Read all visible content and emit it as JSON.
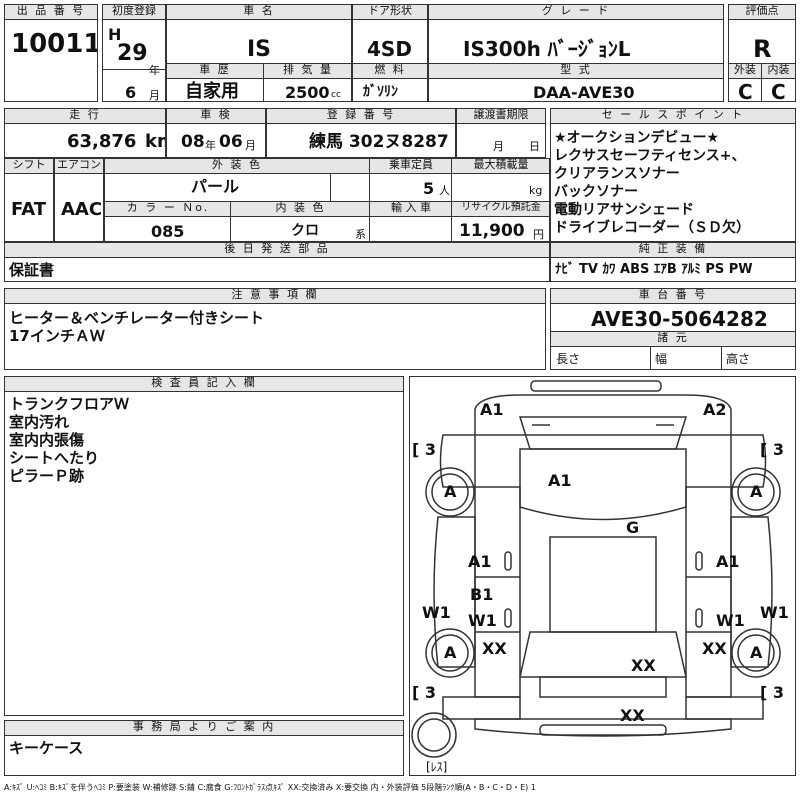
{
  "header": {
    "lot_no_label": "出 品 番 号",
    "lot_no": "10011",
    "first_reg_label": "初度登録",
    "era": "H",
    "year": "29",
    "year_unit": "年",
    "month": "6",
    "month_unit": "月",
    "car_name_label": "車 名",
    "car_name": "IS",
    "history_label": "車 歴",
    "history": "自家用",
    "displacement_label": "排 気 量",
    "displacement": "2500",
    "displacement_unit": "cc",
    "door_label": "ドア形状",
    "door": "4SD",
    "fuel_label": "燃 料",
    "fuel": "ｶﾞｿﾘﾝ",
    "grade_label": "グ レ ー ド",
    "grade": "IS300h ﾊﾞｰｼﾞｮﾝL",
    "model_label": "型 式",
    "model": "DAA-AVE30",
    "score_label": "評価点",
    "score": "R",
    "exterior_label": "外装",
    "exterior": "C",
    "interior_label": "内装",
    "interior": "C"
  },
  "row2": {
    "mileage_label": "走 行",
    "mileage": "63,876",
    "mileage_unit": "km",
    "inspection_label": "車 検",
    "insp_year": "08",
    "insp_year_unit": "年",
    "insp_month": "06",
    "insp_month_unit": "月",
    "plate_label": "登 録 番 号",
    "plate": "練馬 302ヌ8287",
    "deadline_label": "譲渡書期限",
    "deadline_month_unit": "月",
    "deadline_day_unit": "日"
  },
  "row3": {
    "shift_label": "シフト",
    "shift": "FAT",
    "ac_label": "エアコン",
    "ac": "AAC",
    "ext_color_label": "外 装 色",
    "ext_color": "パール",
    "capacity_label": "乗車定員",
    "capacity": "5",
    "capacity_unit": "人",
    "max_load_label": "最大積載量",
    "max_load_unit": "kg",
    "color_no_label": "カ ラ ー Ｎo.",
    "color_no": "085",
    "int_color_label": "内 装 色",
    "int_color": "クロ",
    "int_color_unit": "系",
    "import_label": "輸 入 車",
    "recycle_label": "リサイクル預託金",
    "recycle": "11,900",
    "recycle_unit": "円"
  },
  "sales_points": {
    "label": "セ ー ル ス ポ イ ン ト",
    "lines": [
      "★オークションデビュー★",
      "レクサスセーフティセンス+、",
      "クリアランスソナー",
      "バックソナー",
      "電動リアサンシェード",
      "ドライブレコーダー（ＳＤ欠）"
    ]
  },
  "later_parts": {
    "label": "後 日 発 送 部 品",
    "text": "保証書"
  },
  "equipment": {
    "label": "純 正 装 備",
    "items": "ﾅﾋﾞ TV ｶﾜ ABS ｴｱB ｱﾙﾐ PS PW"
  },
  "notes": {
    "label": "注 意 事 項 欄",
    "lines": [
      "ヒーター＆ベンチレーター付きシート",
      "17インチＡＷ"
    ]
  },
  "chassis": {
    "label": "車 台 番 号",
    "number": "AVE30-5064282"
  },
  "specs": {
    "label": "諸 元",
    "length_label": "長さ",
    "width_label": "幅",
    "height_label": "高さ"
  },
  "inspector": {
    "label": "検 査 員 記 入 欄",
    "lines": [
      "トランクフロアＷ",
      "室内汚れ",
      "室内内張傷",
      "シートへたり",
      "ピラーＰ跡"
    ]
  },
  "office": {
    "label": "事 務 局 よ り ご 案 内",
    "text": "キーケース"
  },
  "diagram": {
    "labels": {
      "a1_front_left": "A1",
      "a2_front_right": "A2",
      "bracket_tl": "[ 3",
      "bracket_tr": "[ 3",
      "bracket_bl": "[ 3",
      "bracket_br": "[ 3",
      "wheel_fl": "A",
      "wheel_fr": "A",
      "wheel_rl": "A",
      "wheel_rr": "A",
      "hood": "A1",
      "roof": "G",
      "door_fl": "A1",
      "door_fr": "A1",
      "door_rl_b": "B1",
      "door_rl_w": "W1",
      "door_rr_w": "W1",
      "side_l": "W1",
      "side_r": "W1",
      "xx_rl": "XX",
      "xx_rr": "XX",
      "xx_trunk": "XX",
      "xx_rear": "XX",
      "spare": "[ﾚｽ]"
    }
  },
  "legend": "A:ｷｽﾞ U:ﾍｺﾐ B:ｷｽﾞを伴うﾍｺﾐ P:要塗装 W:補修跡 S:錆 C:腐食 G:ﾌﾛﾝﾄｶﾞﾗｽ点ｷｽﾞ XX:交換済み X:要交換 内・外装評価 5段階ﾗﾝｸ順(A・B・C・D・E) 1",
  "colors": {
    "header_bg": "#e6e6e6",
    "border": "#333333"
  }
}
